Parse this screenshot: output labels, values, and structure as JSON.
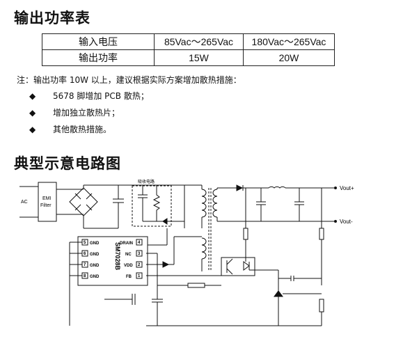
{
  "section1_title": "输出功率表",
  "table": {
    "header": [
      "输入电压",
      "85Vac～265Vac",
      "180Vac～265Vac"
    ],
    "row": [
      "输出功率",
      "15W",
      "20W"
    ]
  },
  "note": "注：输出功率 10W 以上，建议根据实际方案增加散热措施：",
  "bullets": [
    "5678 脚增加 PCB 散热；",
    "增加独立散热片；",
    "其他散热措施。"
  ],
  "bullet_symbol": "◆",
  "section2_title": "典型示意电路图",
  "schematic": {
    "ac_label": "AC",
    "emi_label_1": "EMI",
    "emi_label_2": "Filter",
    "snubber_label": "吸收电路",
    "chip_name": "SM7028B",
    "left_pins": [
      {
        "num": "5",
        "name": "GND"
      },
      {
        "num": "6",
        "name": "GND"
      },
      {
        "num": "7",
        "name": "GND"
      },
      {
        "num": "8",
        "name": "GND"
      }
    ],
    "right_pins": [
      {
        "num": "4",
        "name": "DRAIN"
      },
      {
        "num": "3",
        "name": "NC"
      },
      {
        "num": "2",
        "name": "VDD"
      },
      {
        "num": "1",
        "name": "FB"
      }
    ],
    "vout_plus": "Vout+",
    "vout_minus": "Vout-"
  }
}
